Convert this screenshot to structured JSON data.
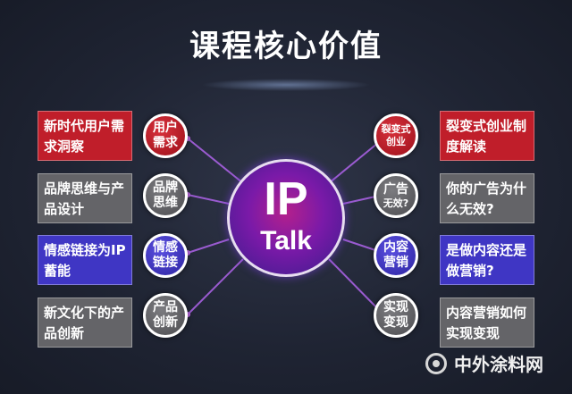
{
  "title": "课程核心价值",
  "center": {
    "line1": "IP",
    "line2": "Talk"
  },
  "left": [
    {
      "box": "新时代用户需求洞察",
      "node_line1": "用户",
      "node_line2": "需求",
      "color": "#c01e2a"
    },
    {
      "box": "品牌思维与产品设计",
      "node_line1": "品牌",
      "node_line2": "思维",
      "color": "#646468"
    },
    {
      "box": "情感链接为IP 蓄能",
      "node_line1": "情感",
      "node_line2": "链接",
      "color": "#3f36c4"
    },
    {
      "box": "新文化下的产品创新",
      "node_line1": "产品",
      "node_line2": "创新",
      "color": "#646468"
    }
  ],
  "right": [
    {
      "box": "裂变式创业制度解读",
      "node_line1": "裂变式",
      "node_line2": "创业",
      "color": "#c01e2a"
    },
    {
      "box": "你的广告为什么无效?",
      "node_line1": "广告",
      "node_line2": "无效?",
      "color": "#646468"
    },
    {
      "box": "是做内容还是做营销?",
      "node_line1": "内容",
      "node_line2": "营销",
      "color": "#3f36c4"
    },
    {
      "box": "内容营销如何实现变现",
      "node_line1": "实现",
      "node_line2": "变现",
      "color": "#646468"
    }
  ],
  "watermark": "中外涂料网"
}
